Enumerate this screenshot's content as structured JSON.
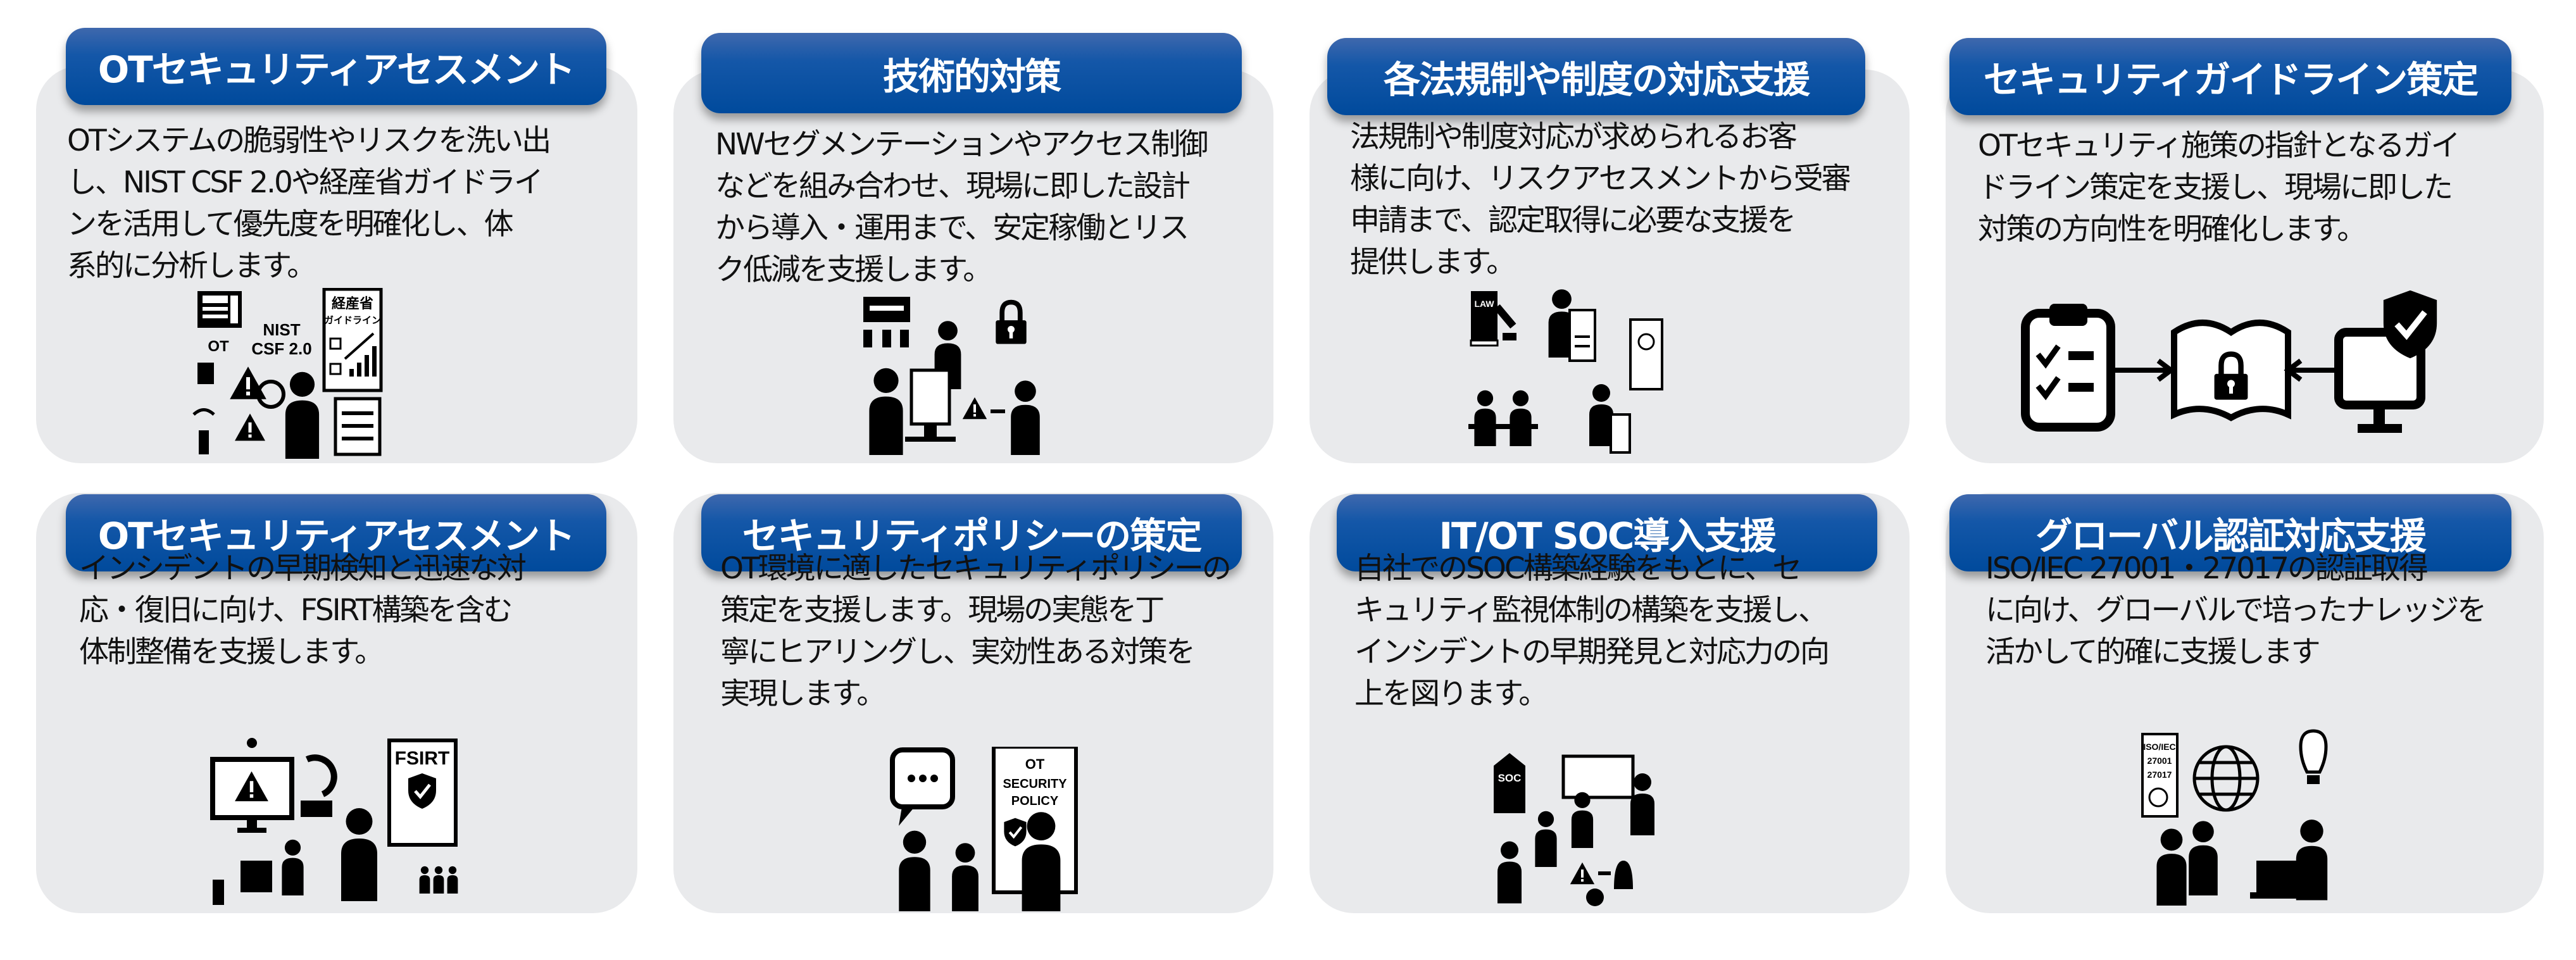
{
  "colors": {
    "header": "#0a4a9e",
    "card": "#e9eaec",
    "text": "#111111"
  },
  "cards": [
    {
      "title": "OTセキュリティアセスメント",
      "lines": [
        "OTシステムの脆弱性やリスクを洗い出",
        "し、NIST CSF 2.0や経産省ガイドライ",
        "ンを活用して優先度を明確化し、体",
        "系的に分析します。"
      ],
      "icon_labels": {
        "ot": "OT",
        "nist": "NIST",
        "csf": "CSF 2.0",
        "meti": "経産省",
        "guide": "ガイドライン"
      }
    },
    {
      "title": "技術的対策",
      "lines": [
        "NWセグメンテーションやアクセス制御",
        "などを組み合わせ、現場に即した設計",
        "から導入・運用まで、安定稼働とリス",
        "ク低減を支援します。"
      ]
    },
    {
      "title": "各法規制や制度の対応支援",
      "lines": [
        "法規制や制度対応が求められるお客",
        "様に向け、リスクアセスメントから受審",
        "申請まで、認定取得に必要な支援を",
        "提供します。"
      ],
      "icon_labels": {
        "law": "LAW"
      }
    },
    {
      "title": "セキュリティガイドライン策定",
      "lines": [
        "OTセキュリティ施策の指針となるガイ",
        "ドライン策定を支援し、現場に即した",
        "対策の方向性を明確化します。"
      ]
    },
    {
      "title": "OTセキュリティアセスメント",
      "lines": [
        "インシデントの早期検知と迅速な対",
        "応・復旧に向け、FSIRT構築を含む",
        "体制整備を支援します。"
      ],
      "icon_labels": {
        "fsirt": "FSIRT"
      }
    },
    {
      "title": "セキュリティポリシーの策定",
      "lines": [
        "OT環境に適したセキュリティポリシーの",
        "策定を支援します。現場の実態を丁",
        "寧にヒアリングし、実効性ある対策を",
        "実現します。"
      ],
      "icon_labels": {
        "ot": "OT",
        "security": "SECURITY",
        "policy": "POLICY"
      }
    },
    {
      "title": "IT/OT SOC導入支援",
      "lines": [
        "自社でのSOC構築経験をもとに、セ",
        "キュリティ監視体制の構築を支援し、",
        "インシデントの早期発見と対応力の向",
        "上を図ります。"
      ],
      "icon_labels": {
        "soc": "SOC"
      }
    },
    {
      "title": "グローバル認証対応支援",
      "lines": [
        "ISO/IEC 27001・27017の認証取得",
        "に向け、グローバルで培ったナレッジを",
        "活かして的確に支援します"
      ],
      "icon_labels": {
        "iso": "ISO/IEC",
        "n1": "27001",
        "n2": "27017"
      }
    }
  ]
}
